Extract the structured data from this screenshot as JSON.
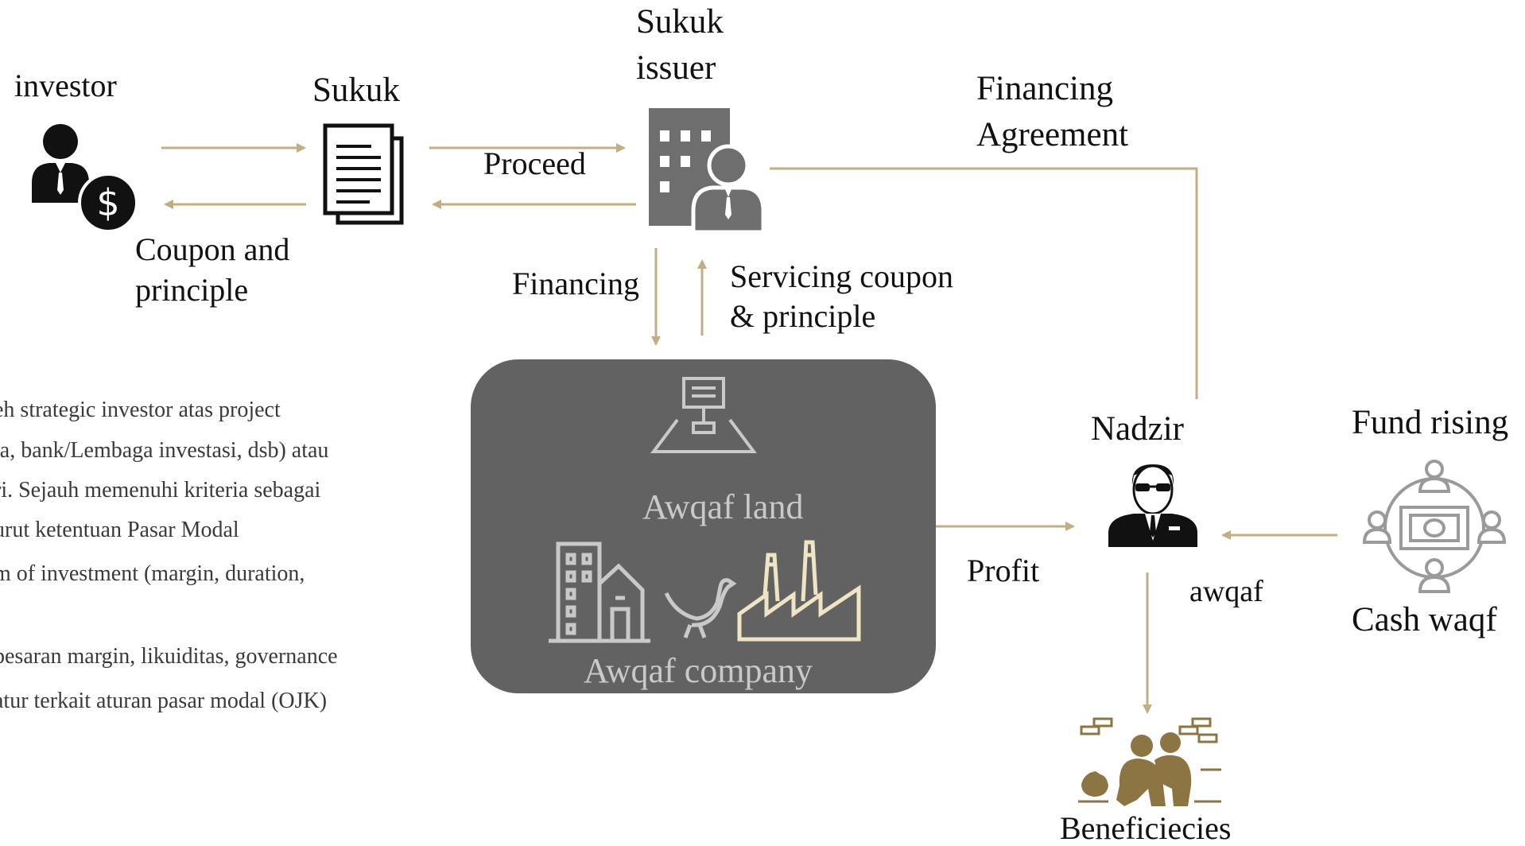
{
  "colors": {
    "arrow": "#c2ae84",
    "icon_dark": "#111111",
    "icon_gray": "#6e6e6e",
    "box": "#626262",
    "box_text": "#c9c9c9",
    "gold": "#8c7542"
  },
  "icons": [
    "investor-icon",
    "sukuk-document-icon",
    "sukuk-issuer-icon",
    "awqaf-land-icon",
    "awqaf-company-icon",
    "nadzir-icon",
    "fund-rising-icon",
    "beneficiaries-icon"
  ],
  "labels": {
    "investor": "investor",
    "sukuk": "Sukuk",
    "sukuk_issuer_line1": "Sukuk",
    "sukuk_issuer_line2": "issuer",
    "financing_agreement_line1": "Financing",
    "financing_agreement_line2": "Agreement",
    "proceed": "Proceed",
    "coupon_line1": "Coupon and",
    "coupon_line2": "principle",
    "financing": "Financing",
    "servicing_line1": "Servicing coupon",
    "servicing_line2": "& principle",
    "awqaf_land": "Awqaf  land",
    "awqaf_company": "Awqaf  company",
    "profit": "Profit",
    "nadzir": "Nadzir",
    "awqaf": "awqaf",
    "fund_rising": "Fund rising",
    "cash_waqf": "Cash waqf",
    "beneficiaries": "Beneficiecies"
  },
  "notes": [
    "eh strategic investor atas project",
    "ta, bank/Lembaga investasi, dsb) atau",
    "ri. Sejauh memenuhi kriteria sebagai",
    "urut  ketentuan Pasar  Modal",
    "m  of  investment (margin, duration,",
    "besaran margin, likuiditas, governance",
    "atur terkait aturan pasar modal (OJK)"
  ]
}
